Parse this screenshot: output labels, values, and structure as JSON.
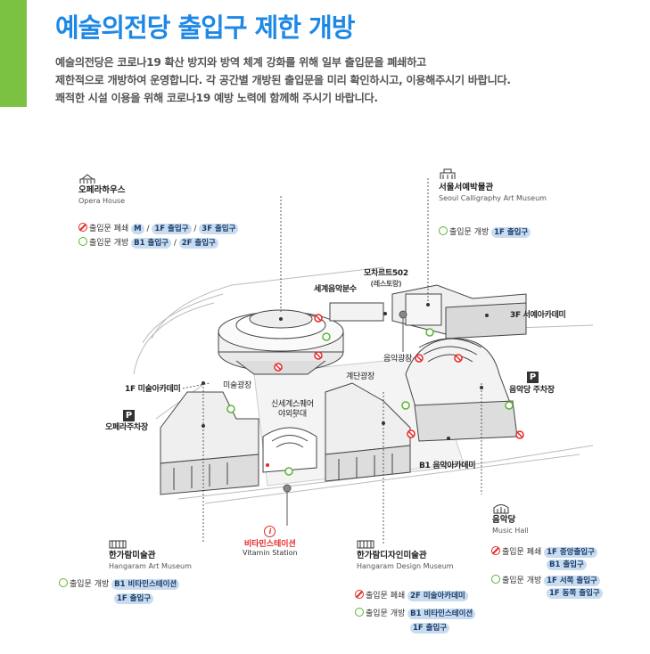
{
  "header": {
    "title": "예술의전당 출입구 제한 개방",
    "intro": [
      "예술의전당은 코로나19 확산 방지와 방역 체계 강화를 위해 일부 출입문을 폐쇄하고",
      "제한적으로 개방하여 운영합니다. 각 공간별 개방된 출입문을 미리 확인하시고, 이용해주시기 바랍니다.",
      "쾌적한 시설 이용을 위해 코로나19 예방 노력에 함께해 주시기 바랍니다."
    ]
  },
  "venues": {
    "opera": {
      "ko": "오페라하우스",
      "en": "Opera House",
      "closed_label": "출입문 폐쇄",
      "closed": [
        "M",
        "1F 출입구",
        "3F 출입구"
      ],
      "open_label": "출입문 개방",
      "open": [
        "B1 출입구",
        "2F 출입구"
      ]
    },
    "calligraphy": {
      "ko": "서울서예박물관",
      "en": "Seoul Calligraphy Art Museum",
      "open_label": "출입문 개방",
      "open": [
        "1F 출입구"
      ]
    },
    "hangaram_art": {
      "ko": "한가람미술관",
      "en": "Hangaram Art Museum",
      "open_label": "출입문 개방",
      "open": [
        "B1 비타민스테이션",
        "1F 출입구"
      ]
    },
    "hangaram_design": {
      "ko": "한가람디자인미술관",
      "en": "Hangaram Design Museum",
      "closed_label": "출입문 폐쇄",
      "closed": [
        "2F 미술아카데미"
      ],
      "open_label": "출입문 개방",
      "open": [
        "B1 비타민스테이션",
        "1F 출입구"
      ]
    },
    "music_hall": {
      "ko": "음악당",
      "en": "Music Hall",
      "closed_label": "출입문 폐쇄",
      "closed": [
        "1F 중앙출입구",
        "B1 출입구"
      ],
      "open_label": "출입문 개방",
      "open": [
        "1F 서쪽 출입구",
        "1F 동쪽 출입구"
      ]
    }
  },
  "map_labels": {
    "mozart": "모차르트502",
    "mozart_sub": "(레스토랑)",
    "fountain": "세계음악분수",
    "academy_3f": "3F 서예아카데미",
    "music_plaza": "음악광장",
    "stairs_plaza": "계단광장",
    "art_plaza": "미술광장",
    "art_academy_1f": "1F 미술아카데미",
    "shinsegae_1": "신세계스퀘어",
    "shinsegae_2": "야외무대",
    "music_academy_b1": "B1 음악아카데미",
    "opera_parking": "오페라주차장",
    "music_parking": "음악당 주차장",
    "parking_mark": "P",
    "vitamin_ko": "비타민스테이션",
    "vitamin_en": "Vitamin Station",
    "info_mark": "i"
  },
  "colors": {
    "accent": "#1e88e5",
    "green_bar": "#7cc242",
    "closed": "#e52828",
    "open": "#5cb531",
    "tag_bg": "#c9dcef"
  }
}
